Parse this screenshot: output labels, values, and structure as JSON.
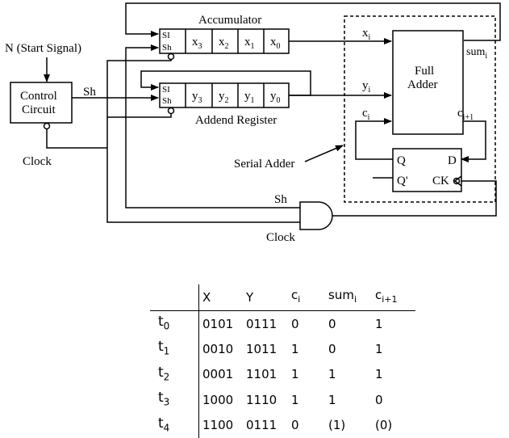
{
  "labels": {
    "start_signal": "N (Start Signal)",
    "control_circuit_line1": "Control",
    "control_circuit_line2": "Circuit",
    "sh_out": "Sh",
    "clock_left": "Clock",
    "accumulator": "Accumulator",
    "addend_register": "Addend Register",
    "serial_adder": "Serial Adder",
    "full_adder_line1": "Full",
    "full_adder_line2": "Adder",
    "sh_gate": "Sh",
    "clock_gate": "Clock",
    "si": "SI",
    "sh_pin": "Sh",
    "ff_q": "Q",
    "ff_d": "D",
    "ff_qn": "Q'",
    "ff_ck": "CK",
    "x": "x",
    "y": "y",
    "c": "c",
    "sum": "sum",
    "sub_i": "i",
    "sub_ip1": "i+1"
  },
  "accumulator_cells": [
    {
      "base": "x",
      "sub": "3"
    },
    {
      "base": "x",
      "sub": "2"
    },
    {
      "base": "x",
      "sub": "1"
    },
    {
      "base": "x",
      "sub": "0"
    }
  ],
  "addend_cells": [
    {
      "base": "y",
      "sub": "3"
    },
    {
      "base": "y",
      "sub": "2"
    },
    {
      "base": "y",
      "sub": "1"
    },
    {
      "base": "y",
      "sub": "0"
    }
  ],
  "table": {
    "headers": [
      {
        "base": "X",
        "sub": ""
      },
      {
        "base": "Y",
        "sub": ""
      },
      {
        "base": "c",
        "sub": "i"
      },
      {
        "base": "sum",
        "sub": "i"
      },
      {
        "base": "c",
        "sub": "i+1"
      }
    ],
    "rows": [
      {
        "t": "t",
        "ts": "0",
        "X": "0101",
        "Y": "0111",
        "ci": "0",
        "sum": "0",
        "co": "1"
      },
      {
        "t": "t",
        "ts": "1",
        "X": "0010",
        "Y": "1011",
        "ci": "1",
        "sum": "0",
        "co": "1"
      },
      {
        "t": "t",
        "ts": "2",
        "X": "0001",
        "Y": "1101",
        "ci": "1",
        "sum": "1",
        "co": "1"
      },
      {
        "t": "t",
        "ts": "3",
        "X": "1000",
        "Y": "1110",
        "ci": "1",
        "sum": "1",
        "co": "0"
      },
      {
        "t": "t",
        "ts": "4",
        "X": "1100",
        "Y": "0111",
        "ci": "0",
        "sum": "(1)",
        "co": "(0)"
      }
    ]
  }
}
